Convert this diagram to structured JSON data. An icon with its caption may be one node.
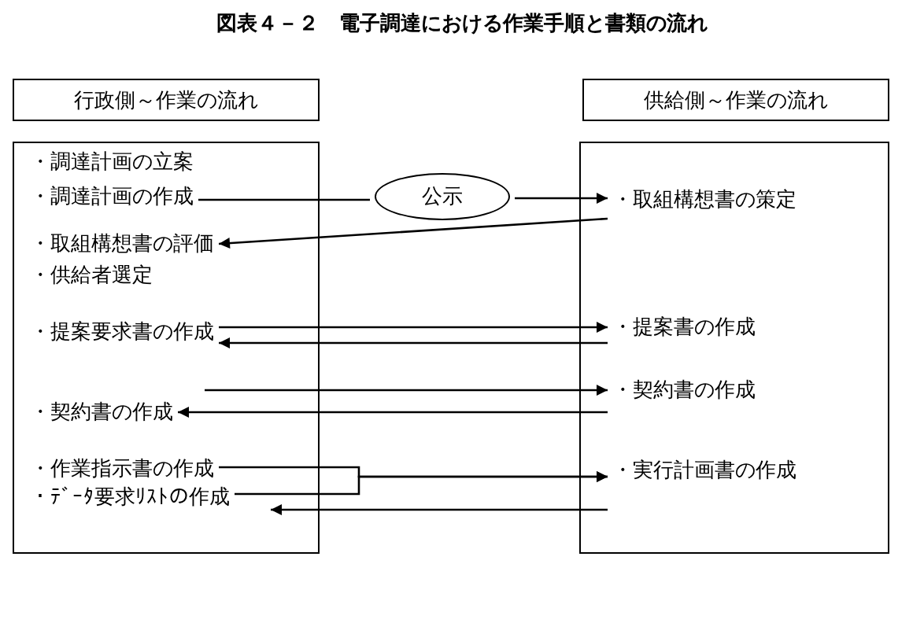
{
  "diagram": {
    "title": "図表４－２　電子調達における作業手順と書類の流れ",
    "nodes": [
      {
        "text": [
          "行政側～作業の流れ"
        ]
      },
      {
        "text": [
          "供給側～作業の流れ"
        ]
      },
      {
        "text": [],
        "shape": "box"
      },
      {
        "text": [
          "・調達計画の立案"
        ],
        "in": 2
      },
      {
        "text": [
          "・調達計画の作成"
        ],
        "in": 2
      },
      {
        "text": [
          "・取組構想書の評価"
        ],
        "in": 2
      },
      {
        "text": [
          "・供給者選定"
        ],
        "in": 2
      },
      {
        "text": [
          "・提案要求書の作成"
        ],
        "in": 2
      },
      {
        "text": [
          "・契約書の作成"
        ],
        "in": 2
      },
      {
        "text": [
          "・作業指示書の作成"
        ],
        "in": 2
      },
      {
        "text": [
          "・ﾃﾞｰﾀ要求ﾘｽﾄの作成"
        ],
        "in": 2
      },
      {
        "text": [],
        "shape": "box"
      },
      {
        "text": [
          "・取組構想書の策定"
        ],
        "in": 11
      },
      {
        "text": [
          "・提案書の作成"
        ],
        "in": 11
      },
      {
        "text": [
          "・契約書の作成"
        ],
        "in": 11
      },
      {
        "text": [
          "・実行計画書の作成"
        ],
        "in": 11
      },
      {
        "text": [
          "公示"
        ]
      }
    ],
    "edges": [
      {
        "from": 4,
        "to": 16,
        "arrow": "none"
      },
      {
        "from": 16,
        "to": 12,
        "arrow": "to"
      },
      {
        "from": 12,
        "to": 5,
        "arrow": "to"
      },
      {
        "from": 7,
        "to": 13,
        "arrow": "to"
      },
      {
        "from": 13,
        "to": 7,
        "arrow": "to"
      },
      {
        "from": 8,
        "to": 14,
        "arrow": "to"
      },
      {
        "from": 14,
        "to": 8,
        "arrow": "to"
      },
      {
        "from": 9,
        "to": 15,
        "arrow": "to"
      },
      {
        "from": 10,
        "to": 15,
        "arrow": "to"
      },
      {
        "from": 15,
        "to": 10,
        "arrow": "to"
      }
    ]
  }
}
